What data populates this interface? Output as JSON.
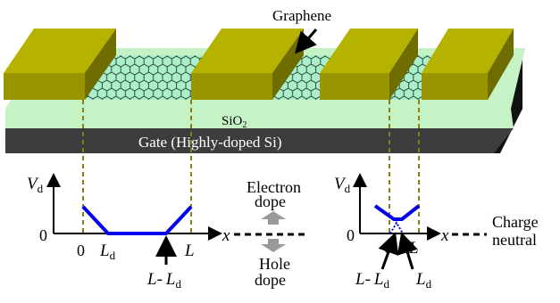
{
  "device": {
    "graphene_label": "Graphene",
    "oxide_label_main": "SiO",
    "oxide_label_sub": "2",
    "gate_label": "Gate (Highly-doped Si)"
  },
  "left_plot": {
    "y_axis_symbol": "V",
    "y_axis_subscript": "d",
    "x_axis_symbol": "x",
    "origin_label": "0",
    "zero_label": "0",
    "ld_symbol": "L",
    "ld_subscript": "d",
    "l_label": "L",
    "l_minus_prefix": "L-",
    "l_minus_symbol": "L",
    "l_minus_subscript": "d"
  },
  "middle": {
    "electron_line1": "Electron",
    "electron_line2": "dope",
    "hole_line1": "Hole",
    "hole_line2": "dope"
  },
  "right_plot": {
    "y_axis_symbol": "V",
    "y_axis_subscript": "d",
    "x_axis_symbol": "x",
    "zero_label": "0",
    "origin_label": "0",
    "l_label": "L",
    "l_minus_prefix": "L-",
    "l_minus_symbol": "L",
    "l_minus_subscript": "d",
    "ld_symbol": "L",
    "ld_subscript": "d",
    "charge_line1": "Charge",
    "charge_line2": "neutral"
  },
  "colors": {
    "electrode_top": "#b5b200",
    "electrode_front": "#999500",
    "electrode_side": "#6f6c00",
    "oxide": "#c6f3c6",
    "graphene": "#aaeecc",
    "gate": "#3d3d3d",
    "profile": "#0000ee",
    "dash": "#8a7a1a",
    "arrow_grey": "#999999"
  }
}
